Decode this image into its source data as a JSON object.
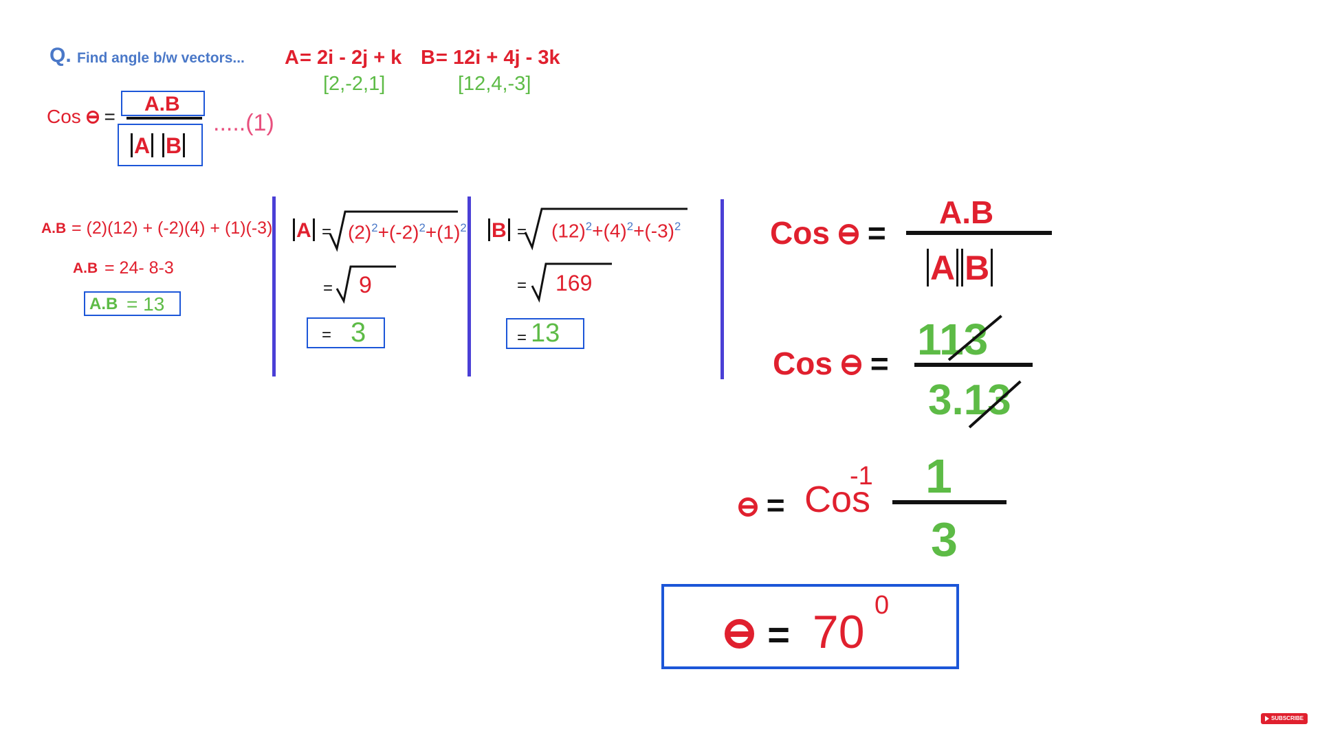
{
  "question": {
    "q_label": "Q.",
    "text": "Find angle b/w vectors...",
    "vecA_name": "A",
    "vecA_expr": "= 2i - 2j + k",
    "vecA_components": "[2,-2,1]",
    "vecB_name": "B",
    "vecB_expr": "= 12i + 4j - 3k",
    "vecB_components": "[12,4,-3]"
  },
  "formula": {
    "cos": "Cos",
    "equals": "=",
    "numerator": "A.B",
    "den_a": "A",
    "den_b": "B",
    "eq_number": ".....(1)"
  },
  "dot_product": {
    "label": "A.B",
    "line1": "= (2)(12) + (-2)(4) + (1)(-3)",
    "line2": "= 24- 8-3",
    "result_label": "A.B",
    "result": "= 13"
  },
  "mag_a": {
    "label": "A",
    "term1": "(2)",
    "term2": "+(-2)",
    "term3": "+(1)",
    "power": "2",
    "step1": "9",
    "result": "3",
    "eq": "="
  },
  "mag_b": {
    "label": "B",
    "term1": "(12)",
    "term2": "+(4)",
    "term3": "+(-3)",
    "power": "2",
    "step1": "169",
    "result": "13",
    "eq": "="
  },
  "solution": {
    "cos": "Cos",
    "equals": "=",
    "numerator1": "A.B",
    "den_a": "A",
    "den_b": "B",
    "numerator2": "113",
    "denominator2": "3.13",
    "inv_cos": "Cos",
    "inv_power": "-1",
    "numerator3": "1",
    "denominator3": "3",
    "final_value": "70",
    "final_power": "0"
  },
  "subscribe": "SUBSCRIBE",
  "colors": {
    "red": "#e0202e",
    "green": "#5dbb46",
    "blue": "#4a78c8",
    "pink": "#e8507e",
    "box": "#1c56d8",
    "divider": "#4a3fd6"
  }
}
